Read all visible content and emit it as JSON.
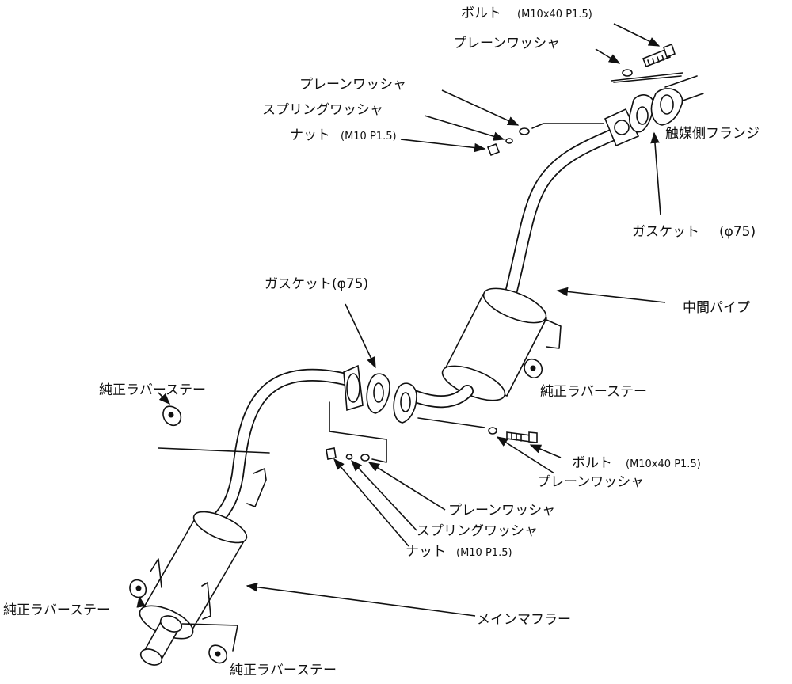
{
  "labels": {
    "bolt_top": "ボルト",
    "bolt_top_spec": "(M10x40 P1.5)",
    "washer_top": "プレーンワッシャ",
    "washer_left": "プレーンワッシャ",
    "spring_washer_left": "スプリングワッシャ",
    "nut_left": "ナット",
    "nut_left_spec": "(M10 P1.5)",
    "cat_flange": "触媒側フランジ",
    "gasket_right": "ガスケット",
    "gasket_right_spec": "(φ75)",
    "mid_pipe": "中間パイプ",
    "gasket_center": "ガスケット(φ75)",
    "rubber_stay_mid": "純正ラバーステー",
    "rubber_stay_upper_left": "純正ラバーステー",
    "bolt_bottom": "ボルト",
    "bolt_bottom_spec": "(M10x40 P1.5)",
    "washer_bottom": "プレーンワッシャ",
    "washer_lower": "プレーンワッシャ",
    "spring_washer_lower": "スプリングワッシャ",
    "nut_lower": "ナット",
    "nut_lower_spec": "(M10 P1.5)",
    "main_muffler": "メインマフラー",
    "rubber_stay_lower_left": "純正ラバーステー",
    "rubber_stay_bottom": "純正ラバーステー"
  }
}
